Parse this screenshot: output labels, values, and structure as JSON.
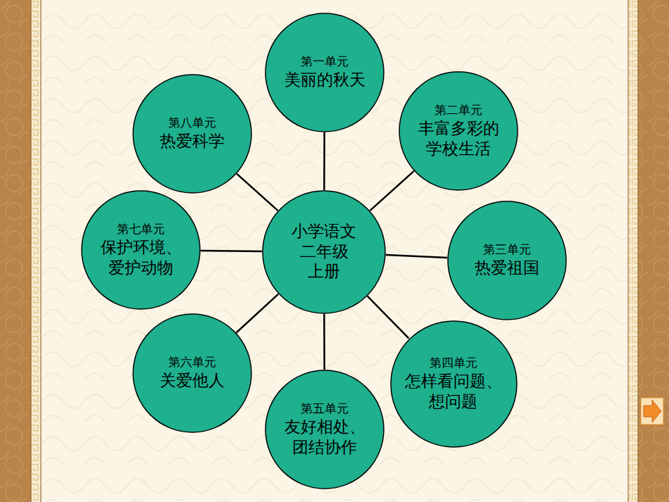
{
  "diagram": {
    "nodes": [
      {
        "text": [
          "小学语文 二年级 上册"
        ]
      },
      {
        "text": [
          "第一单元",
          "美丽的秋天"
        ]
      },
      {
        "text": [
          "第二单元",
          "丰富多彩的 学校生活"
        ]
      },
      {
        "text": [
          "第三单元",
          "热爱祖国"
        ]
      },
      {
        "text": [
          "第四单元",
          "怎样看问题、 想问题"
        ]
      },
      {
        "text": [
          "第五单元",
          "友好相处、 团结协作"
        ]
      },
      {
        "text": [
          "第六单元",
          "关爱他人"
        ]
      },
      {
        "text": [
          "第七单元",
          "保护环境、 爱护动物"
        ]
      },
      {
        "text": [
          "第八单元",
          "热爱科学"
        ]
      }
    ],
    "edges": [
      {
        "from": 0,
        "to": 1,
        "arrow": "none"
      },
      {
        "from": 0,
        "to": 2,
        "arrow": "none"
      },
      {
        "from": 0,
        "to": 3,
        "arrow": "none"
      },
      {
        "from": 0,
        "to": 4,
        "arrow": "none"
      },
      {
        "from": 0,
        "to": 5,
        "arrow": "none"
      },
      {
        "from": 0,
        "to": 6,
        "arrow": "none"
      },
      {
        "from": 0,
        "to": 7,
        "arrow": "none"
      },
      {
        "from": 0,
        "to": 8,
        "arrow": "none"
      }
    ]
  }
}
